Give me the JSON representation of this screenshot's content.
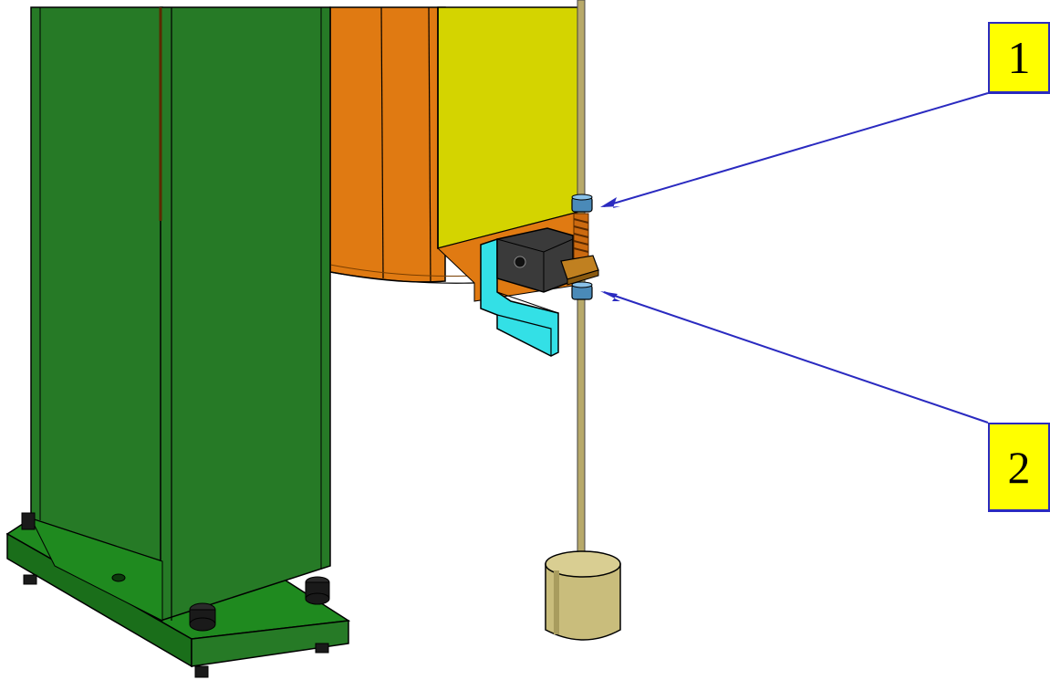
{
  "callouts": [
    {
      "label": "1",
      "meaning": "upper-collar"
    },
    {
      "label": "2",
      "meaning": "lower-collar"
    }
  ],
  "colors": {
    "frame_green": "#267a26",
    "frame_green_dark": "#1a5e1a",
    "plate_orange": "#e07a12",
    "plate_yellow": "#d4d400",
    "bracket_cyan": "#33e0e6",
    "block_dark": "#3a3a3a",
    "rod_brass": "#b7a96a",
    "spring_orange": "#cc6a10",
    "weight_brass": "#c9bd7c",
    "callout_fill": "#ffff00",
    "arrow_blue": "#2a2ac0"
  }
}
